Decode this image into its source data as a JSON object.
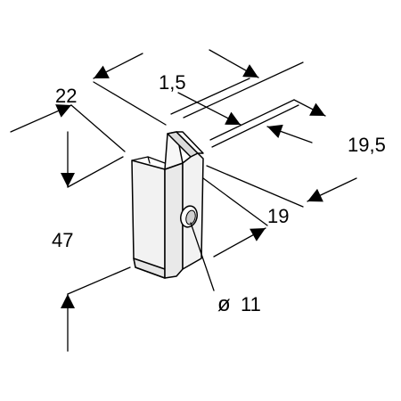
{
  "dimensions": {
    "width_top": "22",
    "thickness": "1,5",
    "height": "47",
    "depth_outer": "19,5",
    "depth_inner": "19",
    "hole": "11"
  },
  "diameter_symbol": "ø",
  "colors": {
    "line": "#000000",
    "part_light": "#f2f2f2",
    "part_shade": "#dcdcdc",
    "background": "#ffffff"
  }
}
